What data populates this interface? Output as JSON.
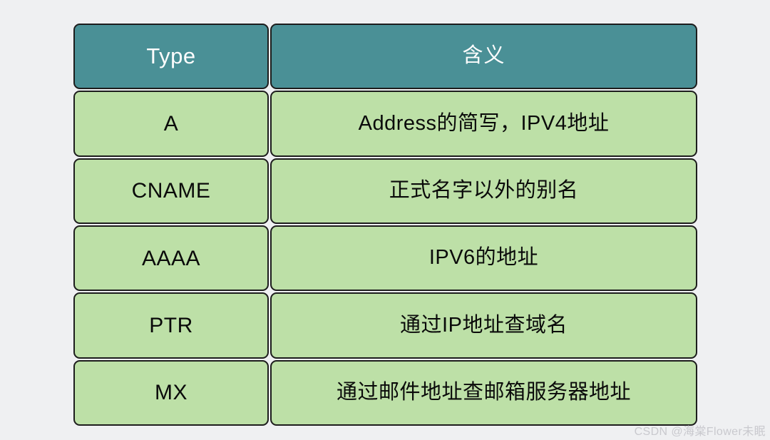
{
  "table": {
    "columns": [
      {
        "key": "type",
        "label": "Type"
      },
      {
        "key": "meaning",
        "label": "含义"
      }
    ],
    "rows": [
      {
        "type": "A",
        "meaning": "Address的简写，IPV4地址"
      },
      {
        "type": "CNAME",
        "meaning": "正式名字以外的别名"
      },
      {
        "type": "AAAA",
        "meaning": "IPV6的地址"
      },
      {
        "type": "PTR",
        "meaning": "通过IP地址查域名"
      },
      {
        "type": "MX",
        "meaning": "通过邮件地址查邮箱服务器地址"
      }
    ]
  },
  "watermark": {
    "text": "CSDN @海棠Flower未眠"
  },
  "colors": {
    "background": "#eff0f2",
    "header_fill": "#4a9096",
    "header_text": "#fdfdfd",
    "cell_fill": "#bde0a7",
    "cell_text": "#0a0a0a",
    "cell_border": "#1d1d1d",
    "watermark_text": "#c9c9ce"
  }
}
